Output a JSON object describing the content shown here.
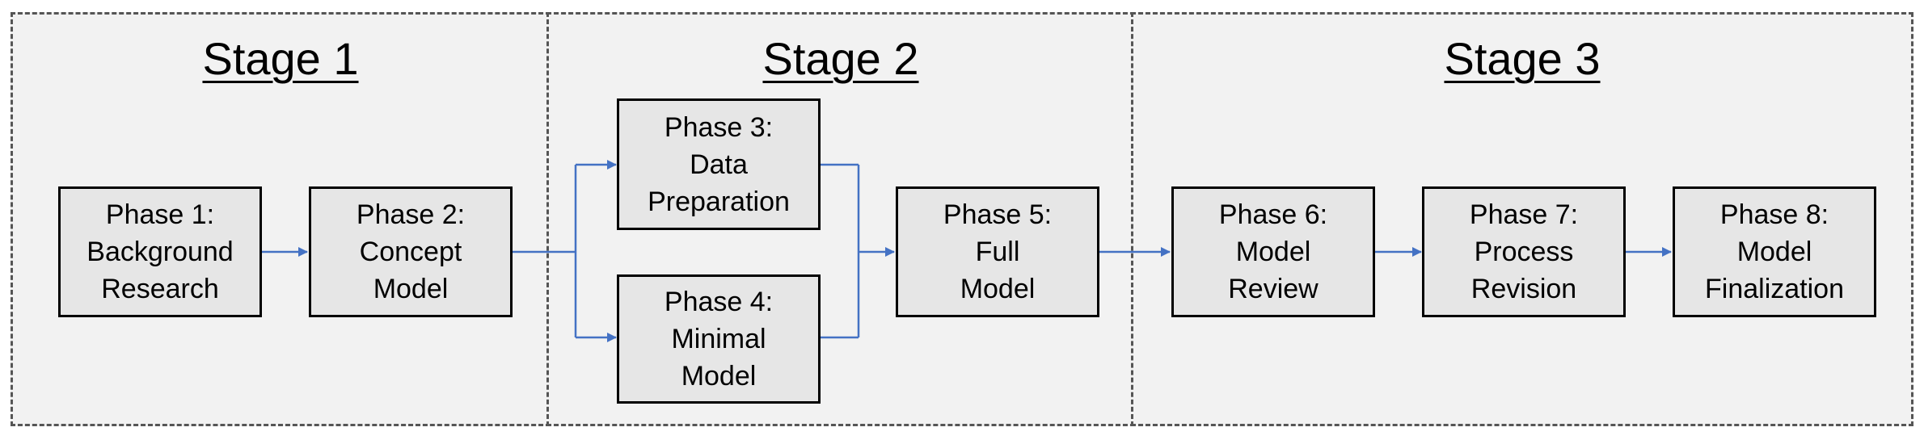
{
  "stages": [
    {
      "title": "Stage 1"
    },
    {
      "title": "Stage 2"
    },
    {
      "title": "Stage 3"
    }
  ],
  "phases": [
    {
      "lines": [
        "Phase 1:",
        "Background",
        "Research"
      ]
    },
    {
      "lines": [
        "Phase 2:",
        "Concept",
        "Model"
      ]
    },
    {
      "lines": [
        "Phase 3:",
        "Data",
        "Preparation"
      ]
    },
    {
      "lines": [
        "Phase 4:",
        "Minimal",
        "Model"
      ]
    },
    {
      "lines": [
        "Phase 5:",
        "Full",
        "Model"
      ]
    },
    {
      "lines": [
        "Phase 6:",
        "Model",
        "Review"
      ]
    },
    {
      "lines": [
        "Phase 7:",
        "Process",
        "Revision"
      ]
    },
    {
      "lines": [
        "Phase 8:",
        "Model",
        "Finalization"
      ]
    }
  ],
  "colors": {
    "arrow": "#4472c4",
    "box_fill": "#e6e6e6",
    "stage_fill": "#f2f2f2"
  }
}
